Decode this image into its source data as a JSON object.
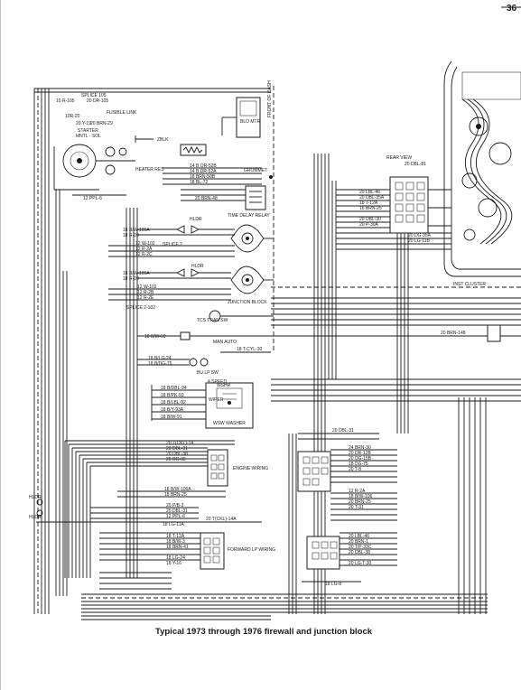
{
  "page": {
    "page_number": "36",
    "caption": "Typical 1973 through 1976 firewall and junction block"
  },
  "components": {
    "splice_105": "SPLICE 105",
    "starter": "STARTER",
    "mntl_sol": "MNTL - SOL",
    "fusible_link": "FUSIBLE LINK",
    "heater_res": "HEATER RES",
    "blo_mtr": "BLO MTR",
    "front_of_dash": "FRONT OF DASH",
    "grommet": "GROMMET",
    "time_delay_relay": "TIME DELAY RELAY",
    "junction_block": "JUNCTION BLOCK",
    "tcs_tran_sw": "TCS TRAN SW",
    "bu_lp_sw": "BU LP SW",
    "man_auto": "MAN AUTO",
    "four_speed": "4 SPEED",
    "wshr": "WSHR",
    "wiper": "WIPER",
    "wsw_washer": "WSW WASHER",
    "engine_wiring": "ENGINE WIRING",
    "forward_lp_wiring": "FORWARD LP WIRING",
    "inst_cluster": "INST CLUSTER",
    "rear_view": "REAR VIEW",
    "hldr_1": "HLDR",
    "hldr_2": "HLDR",
    "splice_2": "SPLICE 2",
    "splice_2_102": "SPLICE 2-102"
  },
  "wire_labels_left": [
    "10 R-105",
    "20 DR-105",
    "10R-20",
    "20 Y-19",
    "20 BRN-29",
    "12 PPL-6",
    "14 B OR-52B",
    "14 B DR-52A",
    "18 BRN-50B",
    "18 BL-72",
    "20 BRN-48"
  ],
  "wire_labels_mid": [
    "18 B/W-106A",
    "18 R-20",
    "12 W-102",
    "12 R-2A",
    "12 R-2C",
    "18 B/W-106A",
    "18 R-20",
    "12 W-102",
    "12 R-2B",
    "12 R-2E",
    "18 B/W-59",
    "18 B/LG-24",
    "18 B/DG-75",
    "18 T-CYL-30",
    "18 B/DBL-94",
    "18 B/PK-93",
    "18 B/LBL-92",
    "18 B/Y-93A",
    "18 B/W-91"
  ],
  "wire_labels_lower": [
    "20 T(CKL)-14",
    "20 DBL-31",
    "20 DBL-38",
    "20 DG-32",
    "18 B/W-106A",
    "18 BRN-25",
    "20 P/B-3",
    "20 DBL-31",
    "12 PPL-6",
    "20 T(CKL)-14A",
    "18 LG-11A",
    "18 T-12A",
    "18 B/W-3",
    "18 BRN-41",
    "18 LG-24",
    "18 Y-16"
  ],
  "wire_labels_right": [
    "20 DBL-81",
    "20 LBL-46",
    "20 DBL-35A",
    "18 T-12A",
    "16 BRN-25",
    "20 DBL-30",
    "20 P-30A",
    "20 DG-35A",
    "20 LG-11B",
    "20 BRN-148",
    "20 DBL-31",
    "24 BRN-30",
    "20 DR-12B",
    "20 DG-15B",
    "18 DG-75",
    "20 T-8",
    "12 R-2A",
    "18 B/W-106",
    "20 BRN-25",
    "20 T-31",
    "20 LBL-46",
    "20 BRN-1",
    "20 T/P-33C",
    "20 DBL-38",
    "18 LG-8",
    "20 LG-T-30"
  ],
  "colors": {
    "ink": "#1a1a1a",
    "paper": "#ffffff"
  }
}
